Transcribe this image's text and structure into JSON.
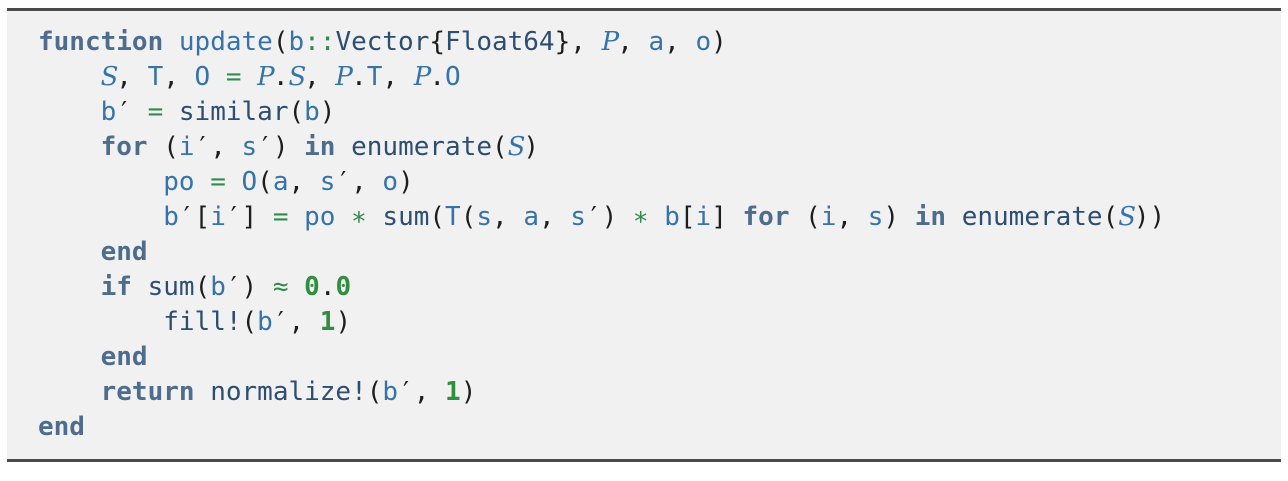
{
  "palette": {
    "page_bg": "#ffffff",
    "panel_bg": "#f1f1f2",
    "rule": "#4a4a4a",
    "keyword": "#4e6d8c",
    "identifier": "#3673a8",
    "function_name": "#2d4d71",
    "operator": "#338a4d",
    "number": "#2f8f3f",
    "punctuation": "#1d1d1f"
  },
  "code": {
    "lines": [
      {
        "tokens": [
          {
            "t": "function",
            "c": "kw"
          },
          {
            "t": " ",
            "c": "pl"
          },
          {
            "t": "update",
            "c": "id"
          },
          {
            "t": "(",
            "c": "pu"
          },
          {
            "t": "b",
            "c": "id"
          },
          {
            "t": "::",
            "c": "op"
          },
          {
            "t": "Vector",
            "c": "fn"
          },
          {
            "t": "{",
            "c": "pu"
          },
          {
            "t": "Float64",
            "c": "fn"
          },
          {
            "t": "}, ",
            "c": "pu"
          },
          {
            "t": "𝒫",
            "c": "sc"
          },
          {
            "t": ", ",
            "c": "pu"
          },
          {
            "t": "a",
            "c": "id"
          },
          {
            "t": ", ",
            "c": "pu"
          },
          {
            "t": "o",
            "c": "id"
          },
          {
            "t": ")",
            "c": "pu"
          }
        ]
      },
      {
        "tokens": [
          {
            "t": "    ",
            "c": "pl"
          },
          {
            "t": "𝒮",
            "c": "sc"
          },
          {
            "t": ", ",
            "c": "pu"
          },
          {
            "t": "T",
            "c": "id"
          },
          {
            "t": ", ",
            "c": "pu"
          },
          {
            "t": "O",
            "c": "id"
          },
          {
            "t": " ",
            "c": "pl"
          },
          {
            "t": "=",
            "c": "op"
          },
          {
            "t": " ",
            "c": "pl"
          },
          {
            "t": "𝒫",
            "c": "sc"
          },
          {
            "t": ".",
            "c": "pu"
          },
          {
            "t": "𝒮",
            "c": "sc"
          },
          {
            "t": ", ",
            "c": "pu"
          },
          {
            "t": "𝒫",
            "c": "sc"
          },
          {
            "t": ".",
            "c": "pu"
          },
          {
            "t": "T",
            "c": "id"
          },
          {
            "t": ", ",
            "c": "pu"
          },
          {
            "t": "𝒫",
            "c": "sc"
          },
          {
            "t": ".",
            "c": "pu"
          },
          {
            "t": "O",
            "c": "id"
          }
        ]
      },
      {
        "tokens": [
          {
            "t": "    ",
            "c": "pl"
          },
          {
            "t": "b",
            "c": "id"
          },
          {
            "t": "′",
            "c": "pu"
          },
          {
            "t": " ",
            "c": "pl"
          },
          {
            "t": "=",
            "c": "op"
          },
          {
            "t": " ",
            "c": "pl"
          },
          {
            "t": "similar",
            "c": "fn"
          },
          {
            "t": "(",
            "c": "pu"
          },
          {
            "t": "b",
            "c": "id"
          },
          {
            "t": ")",
            "c": "pu"
          }
        ]
      },
      {
        "tokens": [
          {
            "t": "    ",
            "c": "pl"
          },
          {
            "t": "for",
            "c": "kw"
          },
          {
            "t": " ",
            "c": "pl"
          },
          {
            "t": "(",
            "c": "pu"
          },
          {
            "t": "i",
            "c": "id"
          },
          {
            "t": "′, ",
            "c": "pu"
          },
          {
            "t": "s",
            "c": "id"
          },
          {
            "t": "′)",
            "c": "pu"
          },
          {
            "t": " ",
            "c": "pl"
          },
          {
            "t": "in",
            "c": "kw"
          },
          {
            "t": " ",
            "c": "pl"
          },
          {
            "t": "enumerate",
            "c": "fn"
          },
          {
            "t": "(",
            "c": "pu"
          },
          {
            "t": "𝒮",
            "c": "sc"
          },
          {
            "t": ")",
            "c": "pu"
          }
        ]
      },
      {
        "tokens": [
          {
            "t": "        ",
            "c": "pl"
          },
          {
            "t": "po",
            "c": "id"
          },
          {
            "t": " ",
            "c": "pl"
          },
          {
            "t": "=",
            "c": "op"
          },
          {
            "t": " ",
            "c": "pl"
          },
          {
            "t": "O",
            "c": "id"
          },
          {
            "t": "(",
            "c": "pu"
          },
          {
            "t": "a",
            "c": "id"
          },
          {
            "t": ", ",
            "c": "pu"
          },
          {
            "t": "s",
            "c": "id"
          },
          {
            "t": "′, ",
            "c": "pu"
          },
          {
            "t": "o",
            "c": "id"
          },
          {
            "t": ")",
            "c": "pu"
          }
        ]
      },
      {
        "tokens": [
          {
            "t": "        ",
            "c": "pl"
          },
          {
            "t": "b",
            "c": "id"
          },
          {
            "t": "′[",
            "c": "pu"
          },
          {
            "t": "i",
            "c": "id"
          },
          {
            "t": "′]",
            "c": "pu"
          },
          {
            "t": " ",
            "c": "pl"
          },
          {
            "t": "=",
            "c": "op"
          },
          {
            "t": " ",
            "c": "pl"
          },
          {
            "t": "po",
            "c": "id"
          },
          {
            "t": " ",
            "c": "pl"
          },
          {
            "t": "∗",
            "c": "op"
          },
          {
            "t": " ",
            "c": "pl"
          },
          {
            "t": "sum",
            "c": "fn"
          },
          {
            "t": "(",
            "c": "pu"
          },
          {
            "t": "T",
            "c": "id"
          },
          {
            "t": "(",
            "c": "pu"
          },
          {
            "t": "s",
            "c": "id"
          },
          {
            "t": ", ",
            "c": "pu"
          },
          {
            "t": "a",
            "c": "id"
          },
          {
            "t": ", ",
            "c": "pu"
          },
          {
            "t": "s",
            "c": "id"
          },
          {
            "t": "′)",
            "c": "pu"
          },
          {
            "t": " ",
            "c": "pl"
          },
          {
            "t": "∗",
            "c": "op"
          },
          {
            "t": " ",
            "c": "pl"
          },
          {
            "t": "b",
            "c": "id"
          },
          {
            "t": "[",
            "c": "pu"
          },
          {
            "t": "i",
            "c": "id"
          },
          {
            "t": "]",
            "c": "pu"
          },
          {
            "t": " ",
            "c": "pl"
          },
          {
            "t": "for",
            "c": "kw"
          },
          {
            "t": " ",
            "c": "pl"
          },
          {
            "t": "(",
            "c": "pu"
          },
          {
            "t": "i",
            "c": "id"
          },
          {
            "t": ", ",
            "c": "pu"
          },
          {
            "t": "s",
            "c": "id"
          },
          {
            "t": ")",
            "c": "pu"
          },
          {
            "t": " ",
            "c": "pl"
          },
          {
            "t": "in",
            "c": "kw"
          },
          {
            "t": " ",
            "c": "pl"
          },
          {
            "t": "enumerate",
            "c": "fn"
          },
          {
            "t": "(",
            "c": "pu"
          },
          {
            "t": "𝒮",
            "c": "sc"
          },
          {
            "t": "))",
            "c": "pu"
          }
        ]
      },
      {
        "tokens": [
          {
            "t": "    ",
            "c": "pl"
          },
          {
            "t": "end",
            "c": "kw"
          }
        ]
      },
      {
        "tokens": [
          {
            "t": "    ",
            "c": "pl"
          },
          {
            "t": "if",
            "c": "kw"
          },
          {
            "t": " ",
            "c": "pl"
          },
          {
            "t": "sum",
            "c": "fn"
          },
          {
            "t": "(",
            "c": "pu"
          },
          {
            "t": "b",
            "c": "id"
          },
          {
            "t": "′)",
            "c": "pu"
          },
          {
            "t": " ",
            "c": "pl"
          },
          {
            "t": "≈",
            "c": "op"
          },
          {
            "t": " ",
            "c": "pl"
          },
          {
            "t": "0",
            "c": "nu"
          },
          {
            "t": ".",
            "c": "pu"
          },
          {
            "t": "0",
            "c": "nu"
          }
        ]
      },
      {
        "tokens": [
          {
            "t": "        ",
            "c": "pl"
          },
          {
            "t": "fill!",
            "c": "fn"
          },
          {
            "t": "(",
            "c": "pu"
          },
          {
            "t": "b",
            "c": "id"
          },
          {
            "t": "′, ",
            "c": "pu"
          },
          {
            "t": "1",
            "c": "nu"
          },
          {
            "t": ")",
            "c": "pu"
          }
        ]
      },
      {
        "tokens": [
          {
            "t": "    ",
            "c": "pl"
          },
          {
            "t": "end",
            "c": "kw"
          }
        ]
      },
      {
        "tokens": [
          {
            "t": "    ",
            "c": "pl"
          },
          {
            "t": "return",
            "c": "kw"
          },
          {
            "t": " ",
            "c": "pl"
          },
          {
            "t": "normalize!",
            "c": "fn"
          },
          {
            "t": "(",
            "c": "pu"
          },
          {
            "t": "b",
            "c": "id"
          },
          {
            "t": "′, ",
            "c": "pu"
          },
          {
            "t": "1",
            "c": "nu"
          },
          {
            "t": ")",
            "c": "pu"
          }
        ]
      },
      {
        "tokens": [
          {
            "t": "end",
            "c": "kw"
          }
        ]
      }
    ]
  }
}
